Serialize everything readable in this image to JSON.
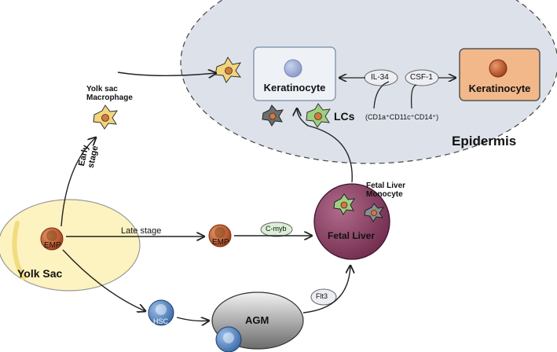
{
  "labels": {
    "epidermis": "Epidermis",
    "keratinocyte_left": "Keratinocyte",
    "keratinocyte_right": "Keratinocyte",
    "il34": "IL-34",
    "csf1": "CSF-1",
    "lcs": "LCs",
    "lcs_markers": "(CD1a⁺CD11c⁺CD14⁺)",
    "yolk_sac_macrophage": "Yolk sac\nMacrophage",
    "early_stage": "Early\nstage",
    "late_stage": "Late stage",
    "emp_yolk": "EMP",
    "emp_mid": "EMP",
    "cmyb": "C-myb",
    "fetal_liver_monocyte": "Fetal Liver\nMonocyte",
    "fetal_liver": "Fetal Liver",
    "yolk_sac": "Yolk Sac",
    "hsc": "HSC",
    "agm": "AGM",
    "flt3": "Flt3"
  },
  "colors": {
    "epidermis_fill": "#dde2ea",
    "keratinocyte_left_fill": "#eef1f6",
    "keratinocyte_right_fill": "#f2b88a",
    "yolk_sac_fill": "#fdf3c0",
    "fetal_liver_fill": "#8c3f64",
    "agm_fill": "#9a9a9a",
    "hsc_fill": "#3d6fb0",
    "emp_fill": "#d8824c",
    "cmyb_fill": "#dbeed6"
  }
}
